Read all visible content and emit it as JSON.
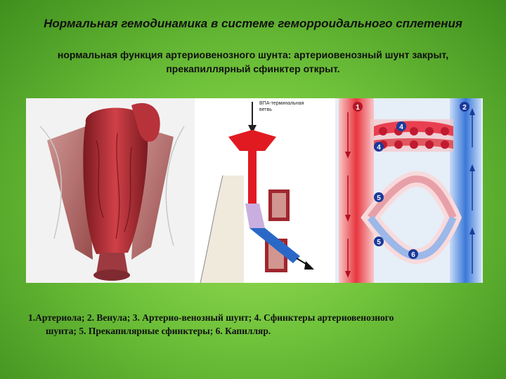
{
  "header": {
    "title": "Нормальная гемодинамика в  системе геморроидального сплетения",
    "subtitle_line1": "нормальная функция артериовенозного шунта: артериовенозный шунт закрыт,",
    "subtitle_line2": "прекапиллярный сфинктер открыт."
  },
  "figure": {
    "middle_label_line1": "ВПА-терминальная",
    "middle_label_line2": "ветвь",
    "markers": [
      "1",
      "2",
      "4",
      "4",
      "5",
      "5",
      "6"
    ]
  },
  "caption": {
    "line1": "1.Артериола; 2. Венула; 3. Артерио-венозный шунт; 4. Сфинктеры артериовенозного",
    "line2": "шунта;  5. Прекапилярные сфинктеры;   6. Капилляр."
  },
  "colors": {
    "background": "#6fc23a",
    "artery": "#e02530",
    "vein": "#3a78d8"
  }
}
